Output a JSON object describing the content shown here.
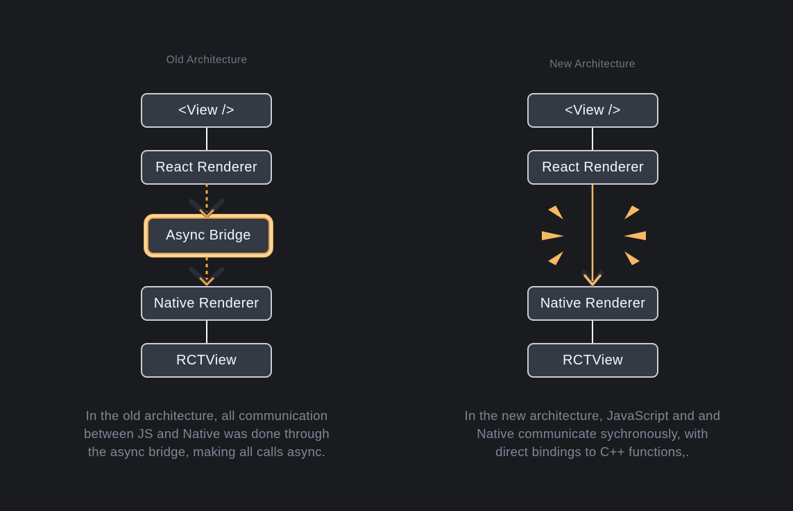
{
  "diagram": {
    "columns": [
      {
        "title": "Old Architecture",
        "nodes": [
          "<View />",
          "React Renderer",
          "Async Bridge",
          "Native Renderer",
          "RCTView"
        ],
        "caption_lines": [
          "In the old architecture, all communication",
          "between JS and Native was done through",
          "the async bridge, making all calls async."
        ]
      },
      {
        "title": "New Architecture",
        "nodes": [
          "<View />",
          "React Renderer",
          "Native Renderer",
          "RCTView"
        ],
        "caption_lines": [
          "In the new architecture, JavaScript and and",
          "Native communicate sychronously, with",
          "direct bindings to C++ functions,."
        ]
      }
    ],
    "colors": {
      "background": "#1a1b1e",
      "node_fill": "#333a44",
      "node_border": "#c9cdd4",
      "node_text": "#f4f6f8",
      "highlight_ring": "#f8d69c",
      "highlight_border": "#eba64b",
      "dashed_arrow_orange": "#f0a63f",
      "sync_arrow_orange": "#f5ba63",
      "connector_white": "#fbfcfd",
      "arrowhead_dark": "#272d38",
      "title_text": "#6e7788",
      "caption_text": "#7e8798"
    }
  }
}
